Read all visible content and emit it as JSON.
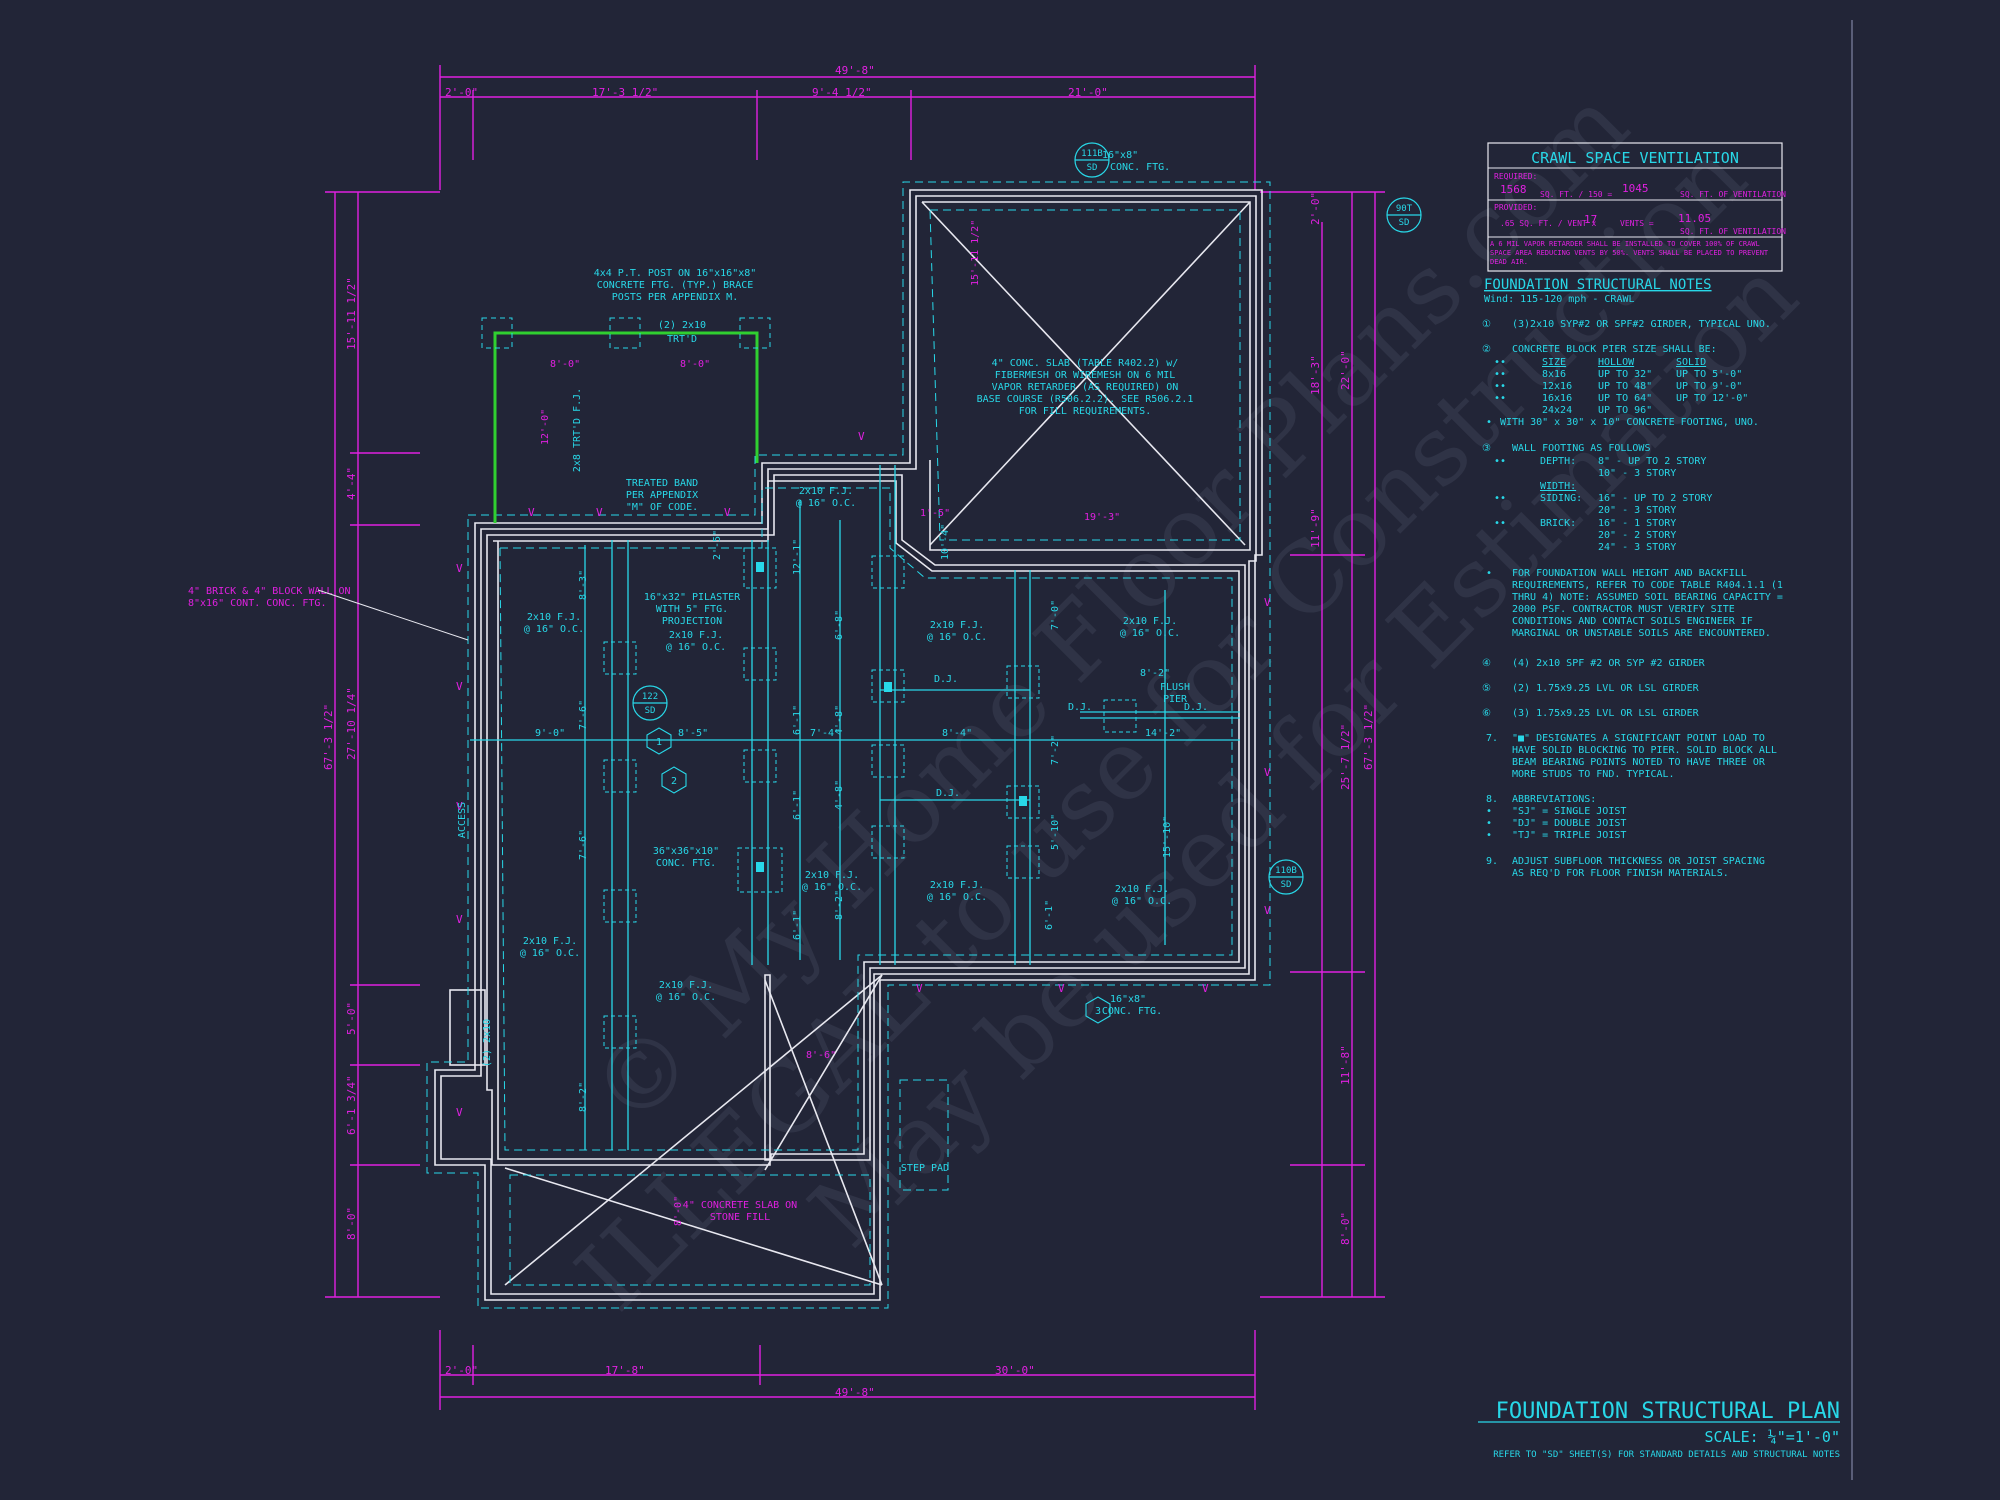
{
  "plan": {
    "title": "FOUNDATION STRUCTURAL PLAN",
    "scale": "SCALE: ¼\"=1'-0\"",
    "refer_note": "REFER TO \"SD\" SHEET(S) FOR STANDARD DETAILS AND STRUCTURAL NOTES"
  },
  "watermark": {
    "line1": "© My Home Floor Plans.com",
    "line2": "ILLEGAL to use for Construction",
    "line3": "May be used for Estimation"
  },
  "dimensions": {
    "top_total": "49'-8\"",
    "top_segments": [
      "2'-0\"",
      "17'-3 1/2\"",
      "9'-4 1/2\"",
      "21'-0\""
    ],
    "bottom_total": "49'-8\"",
    "bottom_segments": [
      "2'-0\"",
      "17'-8\"",
      "30'-0\""
    ],
    "left_total": "67'-3 1/2\"",
    "left_sub": "27'-10 1/4\"",
    "left_segments": [
      "15'-11 1/2\"",
      "4'-4\"",
      "5'-0\"",
      "6'-1 3/4\"",
      "8'-0\""
    ],
    "right_total": "67'-3 1/2\"",
    "right_sub": "25'-7 1/2\"",
    "right_segments": [
      "2'-0\"",
      "18'-3\"",
      "22'-0\"",
      "11'-9\"",
      "11'-8\"",
      "8'-0\""
    ]
  },
  "ventilation": {
    "title": "CRAWL SPACE VENTILATION",
    "required_label": "REQUIRED:",
    "required_area": "1568",
    "required_formula": "SQ. FT. / 150 =",
    "required_result": "1045",
    "required_unit": "SQ. FT. OF VENTILATION",
    "provided_label": "PROVIDED:",
    "per_vent": ".65 SQ. FT. / VENT x",
    "vents_count": "17",
    "vents_label": "VENTS =",
    "provided_result": "11.05",
    "provided_unit": "SQ. FT. OF VENTILATION",
    "note": "A 6 MIL VAPOR RETARDER SHALL BE INSTALLED TO COVER 100% OF CRAWL SPACE AREA REDUCING VENTS BY 50%. VENTS SHALL BE PLACED TO PREVENT DEAD AIR."
  },
  "notes": {
    "title": "FOUNDATION STRUCTURAL NOTES",
    "wind": "Wind: 115-120 mph - CRAWL",
    "n1": "(3)2x10 SYP#2 OR SPF#2 GIRDER, TYPICAL UNO.",
    "n2": "CONCRETE BLOCK PIER SIZE SHALL BE:",
    "table_h": [
      "SIZE",
      "HOLLOW",
      "SOLID"
    ],
    "table_r1": [
      "8x16",
      "UP TO 32\"",
      "UP TO 5'-0\""
    ],
    "table_r2": [
      "12x16",
      "UP TO 48\"",
      "UP TO 9'-0\""
    ],
    "table_r3": [
      "16x16",
      "UP TO 64\"",
      "UP TO 12'-0\""
    ],
    "table_r4": [
      "24x24",
      "UP TO 96\""
    ],
    "n2_foot": "WITH 30\" x 30\" x 10\" CONCRETE FOOTING, UNO.",
    "n3": "WALL FOOTING AS FOLLOWS",
    "depth_label": "DEPTH:",
    "depth1": "8\" - UP TO 2 STORY",
    "depth2": "10\" - 3 STORY",
    "width_label": "WIDTH:",
    "siding_label": "SIDING:",
    "siding1": "16\" - UP TO 2 STORY",
    "siding2": "20\" - 3 STORY",
    "brick_label": "BRICK:",
    "brick1": "16\" - 1 STORY",
    "brick2": "20\" - 2 STORY",
    "brick3": "24\" - 3 STORY",
    "bullet_a": "FOR FOUNDATION WALL HEIGHT AND BACKFILL",
    "bullet_b": "REQUIREMENTS, REFER TO CODE TABLE R404.1.1 (1",
    "bullet_c": "THRU 4) NOTE: ASSUMED SOIL BEARING CAPACITY =",
    "bullet_d": "2000 PSF. CONTRACTOR MUST VERIFY SITE",
    "bullet_e": "CONDITIONS AND CONTACT SOILS ENGINEER IF",
    "bullet_f": "MARGINAL OR UNSTABLE SOILS ARE ENCOUNTERED.",
    "n4": "(4) 2x10 SPF #2 OR SYP #2 GIRDER",
    "n5": "(2) 1.75x9.25 LVL OR LSL GIRDER",
    "n6": "(3) 1.75x9.25 LVL OR LSL GIRDER",
    "n7a": "\"■\" DESIGNATES A SIGNIFICANT POINT LOAD TO",
    "n7b": "HAVE SOLID BLOCKING TO PIER. SOLID BLOCK ALL",
    "n7c": "BEAM BEARING POINTS NOTED TO HAVE THREE OR",
    "n7d": "MORE STUDS TO FND. TYPICAL.",
    "n8": "ABBREVIATIONS:",
    "sj": "\"SJ\" = SINGLE JOIST",
    "dj": "\"DJ\" = DOUBLE JOIST",
    "tj": "\"TJ\" = TRIPLE JOIST",
    "n9a": "ADJUST SUBFLOOR THICKNESS OR JOIST SPACING",
    "n9b": "AS REQ'D FOR FLOOR FINISH MATERIALS."
  },
  "callouts": {
    "post_note": [
      "4x4 P.T. POST ON 16\"x16\"x8\"",
      "CONCRETE FTG. (TYP.) BRACE",
      "POSTS PER APPENDIX M."
    ],
    "band_note": [
      "TREATED BAND",
      "PER APPENDIX",
      "\"M\" OF CODE."
    ],
    "brick_wall": [
      "4\" BRICK & 4\" BLOCK WALL ON",
      "8\"x16\" CONT. CONC. FTG."
    ],
    "slab_note": [
      "4\" CONC. SLAB (TABLE R402.2) w/",
      "FIBERMESH OR WIREMESH ON 6 MIL",
      "VAPOR RETARDER (AS REQUIRED) ON",
      "BASE COURSE (R506.2.2). SEE R506.2.1",
      "FOR FILL REQUIREMENTS."
    ],
    "pilaster": [
      "16\"x32\" PILASTER",
      "WITH 5\" FTG.",
      "PROJECTION"
    ],
    "conc_ftg": [
      "36\"x36\"x10\"",
      "CONC. FTG."
    ],
    "flush_pier": [
      "FLUSH",
      "PIER"
    ],
    "ftg_16": [
      "16\"x8\"",
      "CONC. FTG."
    ],
    "stone_slab": [
      "4\" CONCRETE SLAB ON",
      "STONE FILL"
    ],
    "step_pad": "STEP PAD",
    "access": "ACCESS",
    "joist": "2x10 F.J.",
    "joist_oc": "@ 16\" O.C.",
    "trtd": "(2) 2x10",
    "trtd2": "TRT'D",
    "trtd_fj": "2x8 TRT'D F.J.",
    "dj_label": "D.J.",
    "twox10": "(2) 2x10",
    "sd_tags": [
      [
        "111B",
        "SD"
      ],
      [
        "90T",
        "SD"
      ],
      [
        "122",
        "SD"
      ],
      [
        "110B",
        "SD"
      ]
    ],
    "note_tags": [
      "1",
      "2",
      "3"
    ],
    "interior_dims": [
      "8'-0\"",
      "8'-0\"",
      "12'-0\"",
      "9'-0\"",
      "8'-5\"",
      "7'-6\"",
      "7'-4\"",
      "8'-4\"",
      "14'-2\"",
      "8'-2\"",
      "19'-3\"",
      "8'-6\"",
      "15'-10\"",
      "6'-1\"",
      "8'-2\"",
      "7'-0\"",
      "1'-5\"",
      "15'-11 1/2\"",
      "8'-3\"",
      "12'-1\"",
      "6'-8\"",
      "4'-8\"",
      "5'-10\"",
      "7'-2\"",
      "7'-1\"",
      "7'-6\"",
      "8'-5\"",
      "6'-1\"",
      "2'-5\"",
      "10'-4\""
    ]
  },
  "colors": {
    "background": "#222537",
    "magenta": "#e020e0",
    "cyan": "#28d8e8",
    "white": "#e8e8f0",
    "green": "#30d030"
  }
}
